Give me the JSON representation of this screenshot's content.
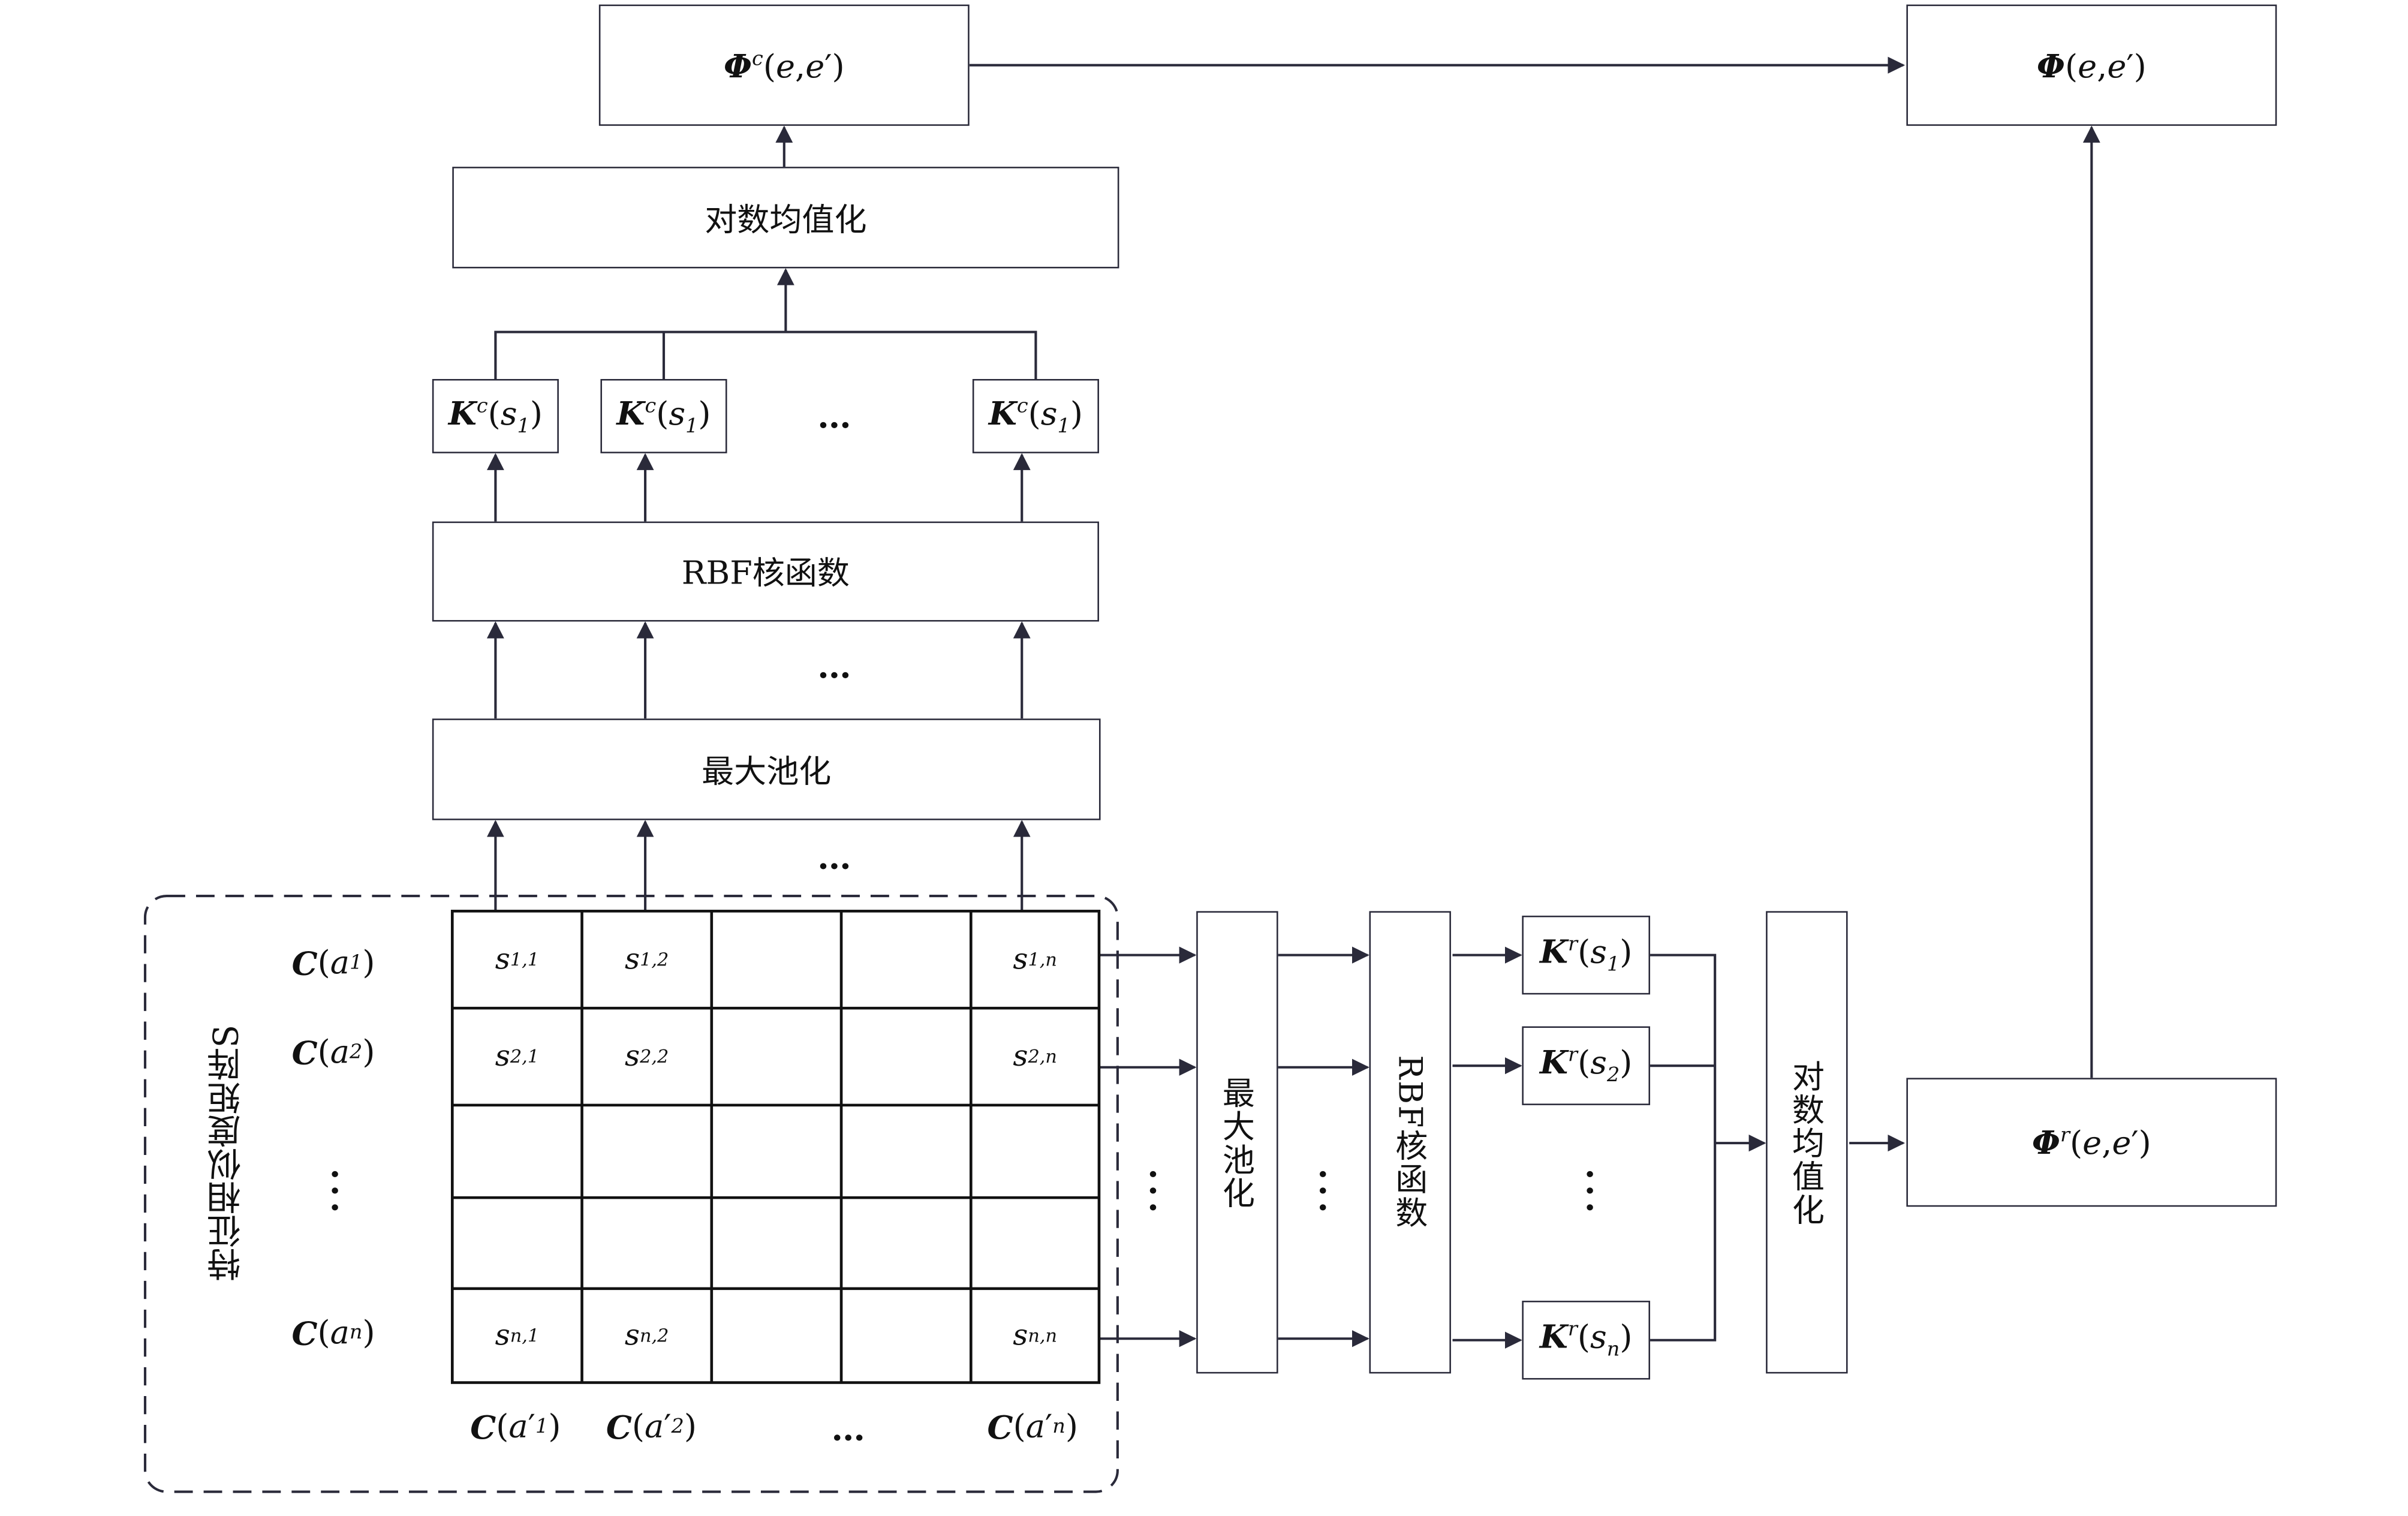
{
  "column_branch": {
    "pool_label": "最大池化",
    "rbf_label": "RBF核函数",
    "kernels": [
      "K^c(s_1)",
      "K^c(s_1)",
      "K^c(s_1)"
    ],
    "logmean_label": "对数均值化",
    "output": "Φ^c(e,e′)"
  },
  "row_branch": {
    "pool_label": "最大池化",
    "rbf_label": "RBF核函数",
    "kernels": [
      "K^r(s_1)",
      "K^r(s_2)",
      "K^r(s_n)"
    ],
    "logmean_label": "对数均值化",
    "output": "Φ^r(e,e′)"
  },
  "final_output": "Φ(e,e′)",
  "matrix": {
    "title": "特征相似度矩阵S",
    "row_labels": [
      "C(a_1)",
      "C(a_2)",
      "C(a_n)"
    ],
    "col_labels": [
      "C(a′_1)",
      "C(a′_2)",
      "C(a′_n)"
    ],
    "cells": {
      "r1": [
        "s_{1,1}",
        "s_{1,2}",
        "s_{1,n}"
      ],
      "r2": [
        "s_{2,1}",
        "s_{2,2}",
        "s_{2,n}"
      ],
      "rn": [
        "s_{n,1}",
        "s_{n,2}",
        "s_{n,n}"
      ]
    }
  },
  "ellipsis": "…"
}
